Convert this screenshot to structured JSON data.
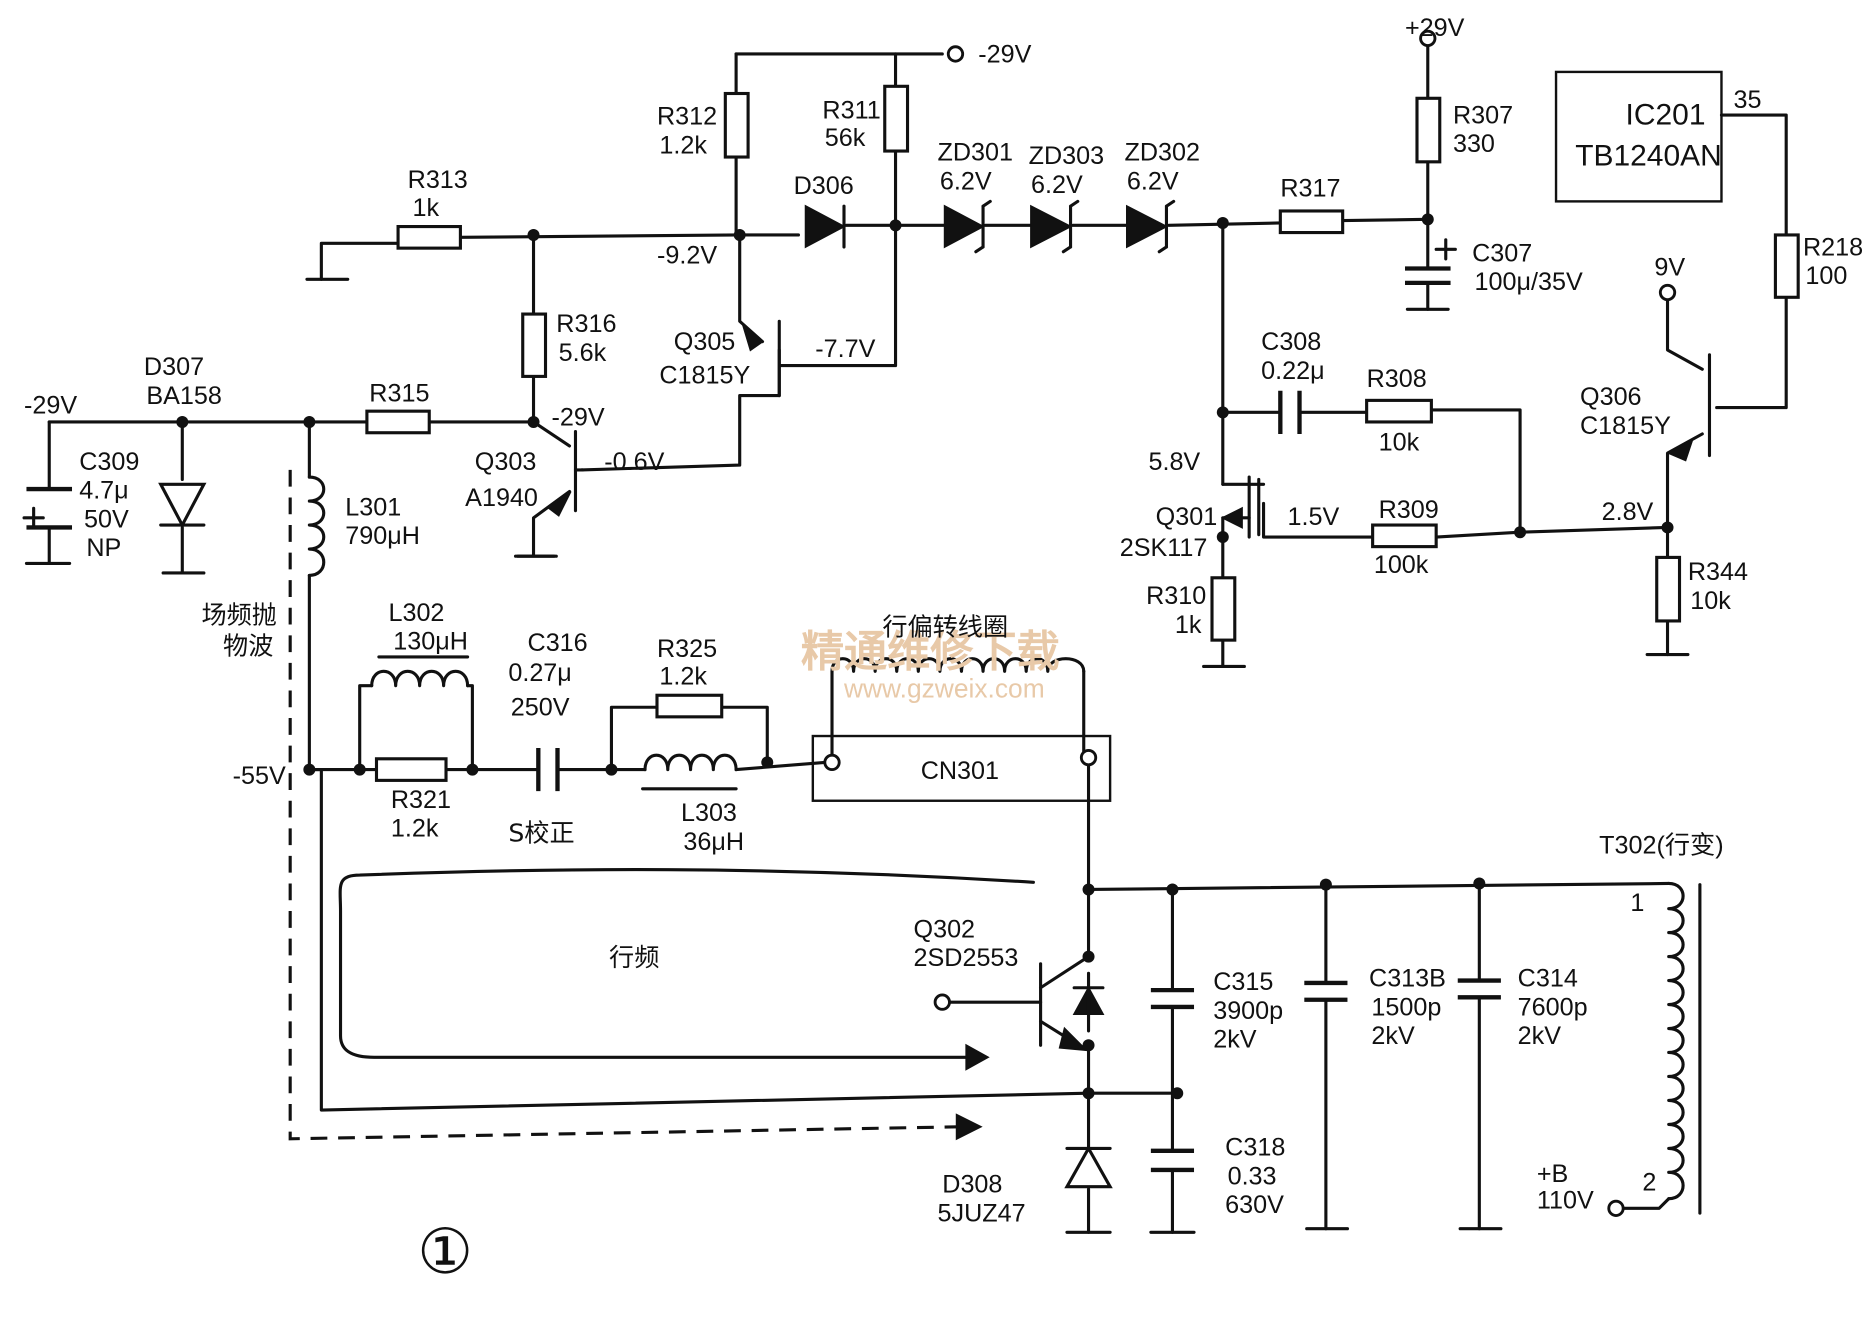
{
  "watermark": {
    "text": "精通维修下载",
    "url": "www.gzweix.com"
  },
  "figure_number": "①",
  "nets": {
    "neg29_top": "-29V",
    "pos29_top": "+29V",
    "node_neg9_2": "-9.2V",
    "node_neg7_7": "-7.7V",
    "node_neg29_q303": "-29V",
    "node_neg0_6": "-0.6V",
    "neg29_left": "-29V",
    "node_5_8": "5.8V",
    "node_1_5": "1.5V",
    "node_2_8": "2.8V",
    "supply_9v": "9V",
    "node_neg55": "-55V",
    "b_plus": "+B",
    "b_plus_voltage": "110V"
  },
  "components": {
    "r313": {
      "ref": "R313",
      "value": "1k"
    },
    "r312": {
      "ref": "R312",
      "value": "1.2k"
    },
    "r311": {
      "ref": "R311",
      "value": "56k"
    },
    "r316": {
      "ref": "R316",
      "value": "5.6k"
    },
    "r315": {
      "ref": "R315"
    },
    "r317": {
      "ref": "R317"
    },
    "r307": {
      "ref": "R307",
      "value": "330"
    },
    "r218": {
      "ref": "R218",
      "value": "100"
    },
    "r308": {
      "ref": "R308",
      "value": "10k"
    },
    "r309": {
      "ref": "R309",
      "value": "100k"
    },
    "r310": {
      "ref": "R310",
      "value": "1k"
    },
    "r344": {
      "ref": "R344",
      "value": "10k"
    },
    "r321": {
      "ref": "R321",
      "value": "1.2k"
    },
    "r325": {
      "ref": "R325",
      "value": "1.2k"
    },
    "d306": {
      "ref": "D306"
    },
    "zd301": {
      "ref": "ZD301",
      "value": "6.2V"
    },
    "zd303": {
      "ref": "ZD303",
      "value": "6.2V"
    },
    "zd302": {
      "ref": "ZD302",
      "value": "6.2V"
    },
    "d307": {
      "ref": "D307",
      "value": "BA158"
    },
    "d308": {
      "ref": "D308",
      "value": "5JUZ47"
    },
    "q305": {
      "ref": "Q305",
      "value": "C1815Y"
    },
    "q303": {
      "ref": "Q303",
      "value": "A1940"
    },
    "q306": {
      "ref": "Q306",
      "value": "C1815Y"
    },
    "q301": {
      "ref": "Q301",
      "value": "2SK117"
    },
    "q302": {
      "ref": "Q302",
      "value": "2SD2553"
    },
    "c309": {
      "ref": "C309",
      "value": "4.7μ",
      "voltage": "50V",
      "type": "NP"
    },
    "c307": {
      "ref": "C307",
      "value": "100μ/35V"
    },
    "c308": {
      "ref": "C308",
      "value": "0.22μ"
    },
    "c316": {
      "ref": "C316",
      "value": "0.27μ",
      "voltage": "250V"
    },
    "c315": {
      "ref": "C315",
      "value": "3900p",
      "voltage": "2kV"
    },
    "c318": {
      "ref": "C318",
      "value": "0.33",
      "voltage": "630V"
    },
    "c313b": {
      "ref": "C313B",
      "value": "1500p",
      "voltage": "2kV"
    },
    "c314": {
      "ref": "C314",
      "value": "7600p",
      "voltage": "2kV"
    },
    "l301": {
      "ref": "L301",
      "value": "790μH"
    },
    "l302": {
      "ref": "L302",
      "value": "130μH"
    },
    "l303": {
      "ref": "L303",
      "value": "36μH"
    },
    "ic201": {
      "ref": "IC201",
      "part": "TB1240AN",
      "pin": "35"
    },
    "cn301": {
      "ref": "CN301"
    },
    "t302": {
      "ref": "T302(行变)",
      "pin1": "1",
      "pin2": "2"
    }
  },
  "annotations": {
    "field_parabola_line1": "场频抛",
    "field_parabola_line2": "物波",
    "yoke": "行偏转线圈",
    "s_correction": "S校正",
    "line_freq": "行频"
  }
}
